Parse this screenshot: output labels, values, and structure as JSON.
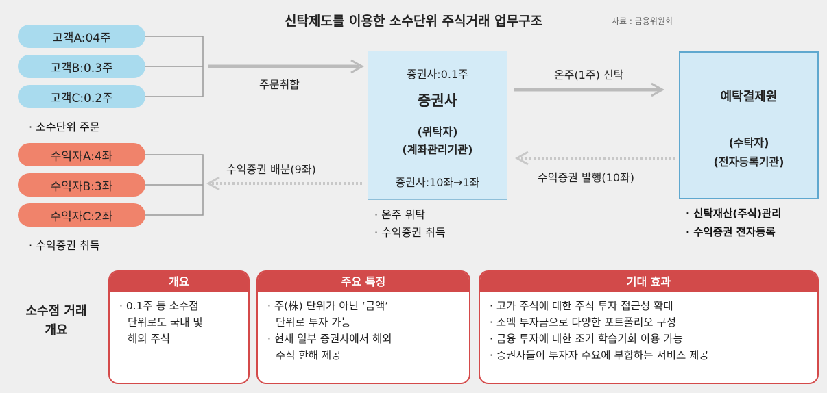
{
  "title": "신탁제도를 이용한 소수단위 주식거래 업무구조",
  "source": "자료 : 금융위원회",
  "customers": [
    "고객A:04주",
    "고객B:0.3주",
    "고객C:0.2주"
  ],
  "customers_note": "· 소수단위 주문",
  "beneficiaries": [
    "수익자A:4좌",
    "수익자B:3좌",
    "수익자C:2좌"
  ],
  "beneficiaries_note": "· 수익증권 취득",
  "order_label": "주문취합",
  "distribute_label": "수익증권 배분(9좌)",
  "broker": {
    "top": "증권사:0.1주",
    "name": "증권사",
    "role1": "(위탁자)",
    "role2": "(계좌관리기관)",
    "bottom": "증권사:10좌→1좌",
    "notes": [
      "· 온주 위탁",
      "· 수익증권 취득"
    ]
  },
  "trust_label": "온주(1주) 신탁",
  "issue_label": "수익증권 발행(10좌)",
  "depository": {
    "name": "예탁결제원",
    "role1": "(수탁자)",
    "role2": "(전자등록기관)",
    "notes": [
      "· 신탁재산(주식)관리",
      "· 수익증권 전자등록"
    ]
  },
  "summary_title": [
    "소수점 거래",
    "개요"
  ],
  "cards": [
    {
      "title": "개요",
      "items": [
        "· 0.1주 등 소수점",
        "  단위로도 국내 및",
        "  해외 주식"
      ]
    },
    {
      "title": "주요 특징",
      "items": [
        "· 주(株) 단위가 아닌 ‘금액’",
        "  단위로 투자 가능",
        "· 현재 일부 증권사에서 해외",
        "  주식 한해 제공"
      ]
    },
    {
      "title": "기대 효과",
      "items": [
        "· 고가 주식에 대한 주식 투자 접근성 확대",
        "· 소액 투자금으로 다양한 포트폴리오 구성",
        "· 금융 투자에 대한 조기 학습기회 이용 가능",
        "· 증권사들이 투자자 수요에 부합하는 서비스 제공"
      ]
    }
  ],
  "colors": {
    "customer_fill": "#a9dbee",
    "beneficiary_fill": "#f0836b",
    "box_fill": "#d4ebf7",
    "card_accent": "#d24a4a",
    "background": "#efefef"
  }
}
